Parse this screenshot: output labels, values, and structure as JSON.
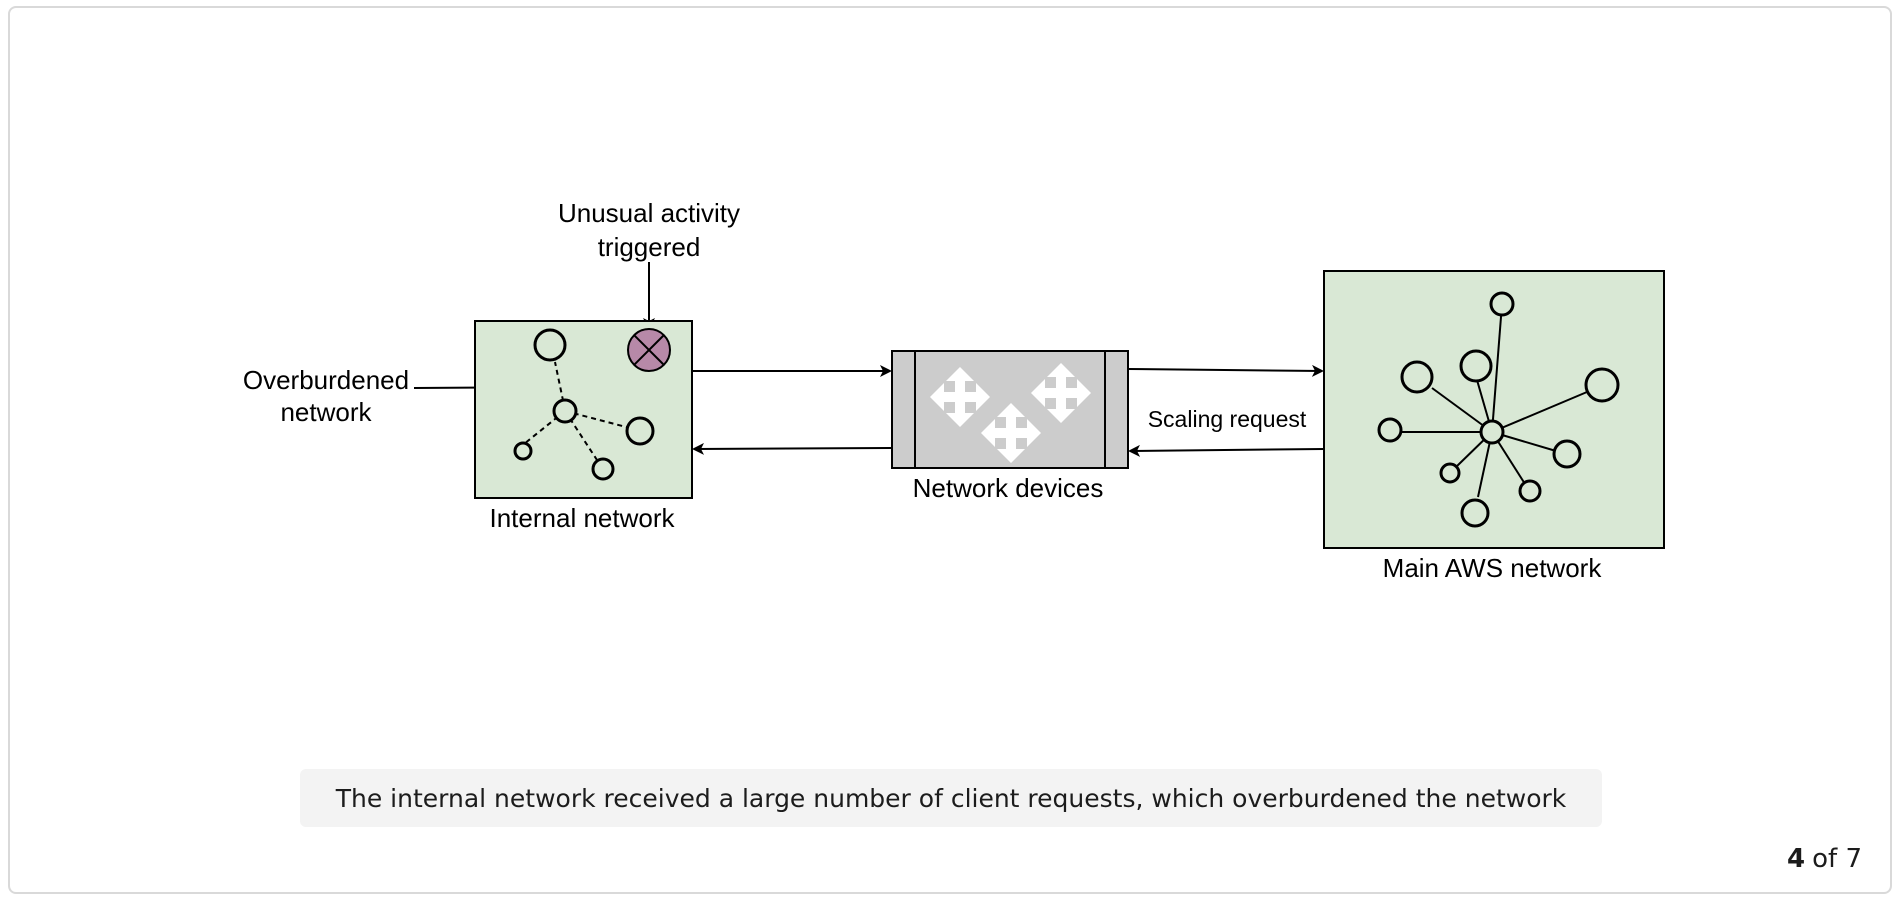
{
  "diagram": {
    "annotation_unusual_line1": "Unusual activity",
    "annotation_unusual_line2": "triggered",
    "annotation_overburdened_line1": "Overburdened",
    "annotation_overburdened_line2": "network",
    "internal_network_label": "Internal network",
    "network_devices_label": "Network devices",
    "main_aws_label": "Main AWS network",
    "scaling_request_label": "Scaling request",
    "colors": {
      "network_fill": "#d9e8d5",
      "device_fill": "#cccccc",
      "alert_fill": "#b789a8",
      "stroke": "#000000"
    }
  },
  "caption": "The internal network received a large number of client requests, which overburdened the network",
  "pager": {
    "current": "4",
    "of_text": "of 7"
  }
}
